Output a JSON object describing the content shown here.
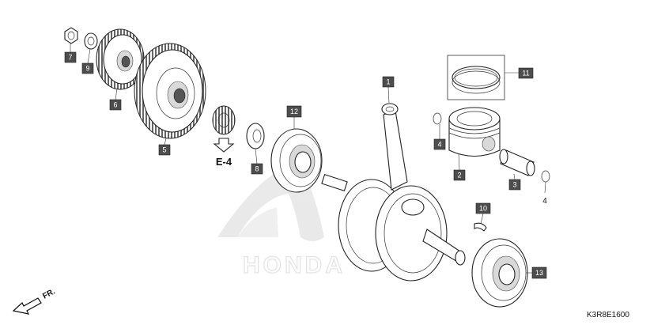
{
  "diagram": {
    "figure_code": "K3R8E1600",
    "reference_label": "E-4",
    "direction_label": "FR.",
    "watermark_text": "HONDA",
    "callouts": [
      {
        "id": "1",
        "name": "connecting-rod"
      },
      {
        "id": "2",
        "name": "piston"
      },
      {
        "id": "3",
        "name": "piston-pin"
      },
      {
        "id": "4",
        "name": "piston-pin-clip"
      },
      {
        "id": "5",
        "name": "primary-drive-gear"
      },
      {
        "id": "6",
        "name": "balancer-drive-gear"
      },
      {
        "id": "7",
        "name": "lock-nut"
      },
      {
        "id": "8",
        "name": "washer"
      },
      {
        "id": "9",
        "name": "washer"
      },
      {
        "id": "10",
        "name": "woodruff-key"
      },
      {
        "id": "11",
        "name": "piston-ring-set"
      },
      {
        "id": "12",
        "name": "bearing"
      },
      {
        "id": "13",
        "name": "bearing"
      }
    ],
    "plain_labels": [
      {
        "id": "4"
      }
    ]
  }
}
